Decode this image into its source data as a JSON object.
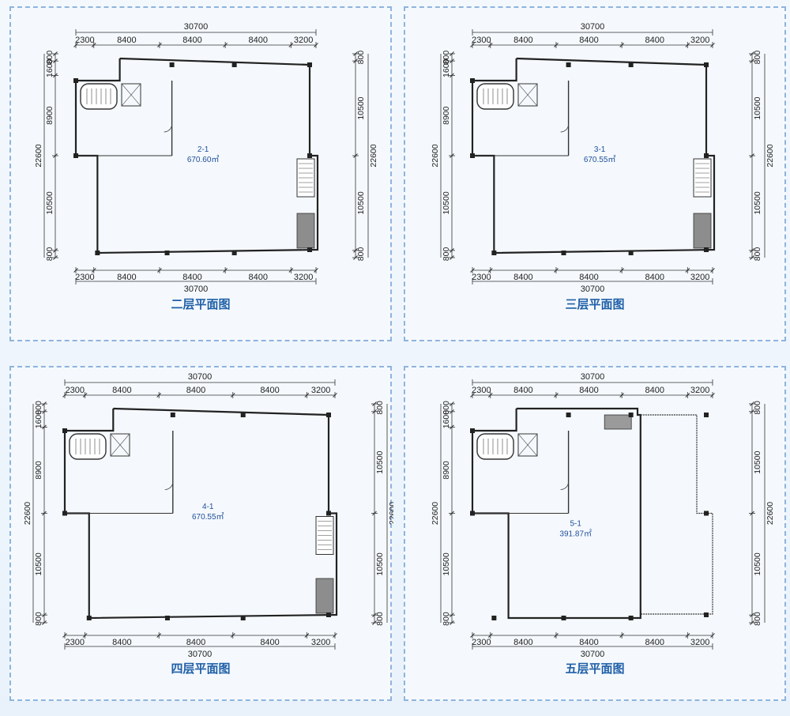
{
  "floors": [
    {
      "caption": "二层平面图",
      "unit_id": "2-1",
      "area": "670.60㎡",
      "top_total": "30700",
      "bottom_total": "30700",
      "top_segments": [
        "2300",
        "8400",
        "8400",
        "8400",
        "3200"
      ],
      "bottom_segments": [
        "2300",
        "8400",
        "8400",
        "8400",
        "3200"
      ],
      "left_dims": [
        "800",
        "1600",
        "8900",
        "10500",
        "800"
      ],
      "left_total": "22600",
      "right_dims": [
        "800",
        "10500",
        "10500",
        "800"
      ],
      "right_total": "22600"
    },
    {
      "caption": "三层平面图",
      "unit_id": "3-1",
      "area": "670.55㎡",
      "top_total": "30700",
      "bottom_total": "30700",
      "top_segments": [
        "2300",
        "8400",
        "8400",
        "8400",
        "3200"
      ],
      "bottom_segments": [
        "2300",
        "8400",
        "8400",
        "8400",
        "3200"
      ],
      "left_dims": [
        "800",
        "1600",
        "8900",
        "10500",
        "800"
      ],
      "left_total": "22600",
      "right_dims": [
        "800",
        "10500",
        "10500",
        "800"
      ],
      "right_total": "22600"
    },
    {
      "caption": "四层平面图",
      "unit_id": "4-1",
      "area": "670.55㎡",
      "top_total": "30700",
      "bottom_total": "30700",
      "top_segments": [
        "2300",
        "8400",
        "8400",
        "8400",
        "3200"
      ],
      "bottom_segments": [
        "2300",
        "8400",
        "8400",
        "8400",
        "3200"
      ],
      "left_dims": [
        "800",
        "1600",
        "8900",
        "10500",
        "800"
      ],
      "left_total": "22600",
      "right_dims": [
        "800",
        "10500",
        "10500",
        "800"
      ],
      "right_total": "22600"
    },
    {
      "caption": "五层平面图",
      "unit_id": "5-1",
      "area": "391.87㎡",
      "top_total": "30700",
      "bottom_total": "30700",
      "top_segments": [
        "2300",
        "8400",
        "8400",
        "8400",
        "3200"
      ],
      "bottom_segments": [
        "2300",
        "8400",
        "8400",
        "8400",
        "3200"
      ],
      "left_dims": [
        "800",
        "1600",
        "8900",
        "10500",
        "800"
      ],
      "left_total": "22600",
      "right_dims": [
        "800",
        "10500",
        "10500",
        "800"
      ],
      "right_total": "22600"
    }
  ]
}
